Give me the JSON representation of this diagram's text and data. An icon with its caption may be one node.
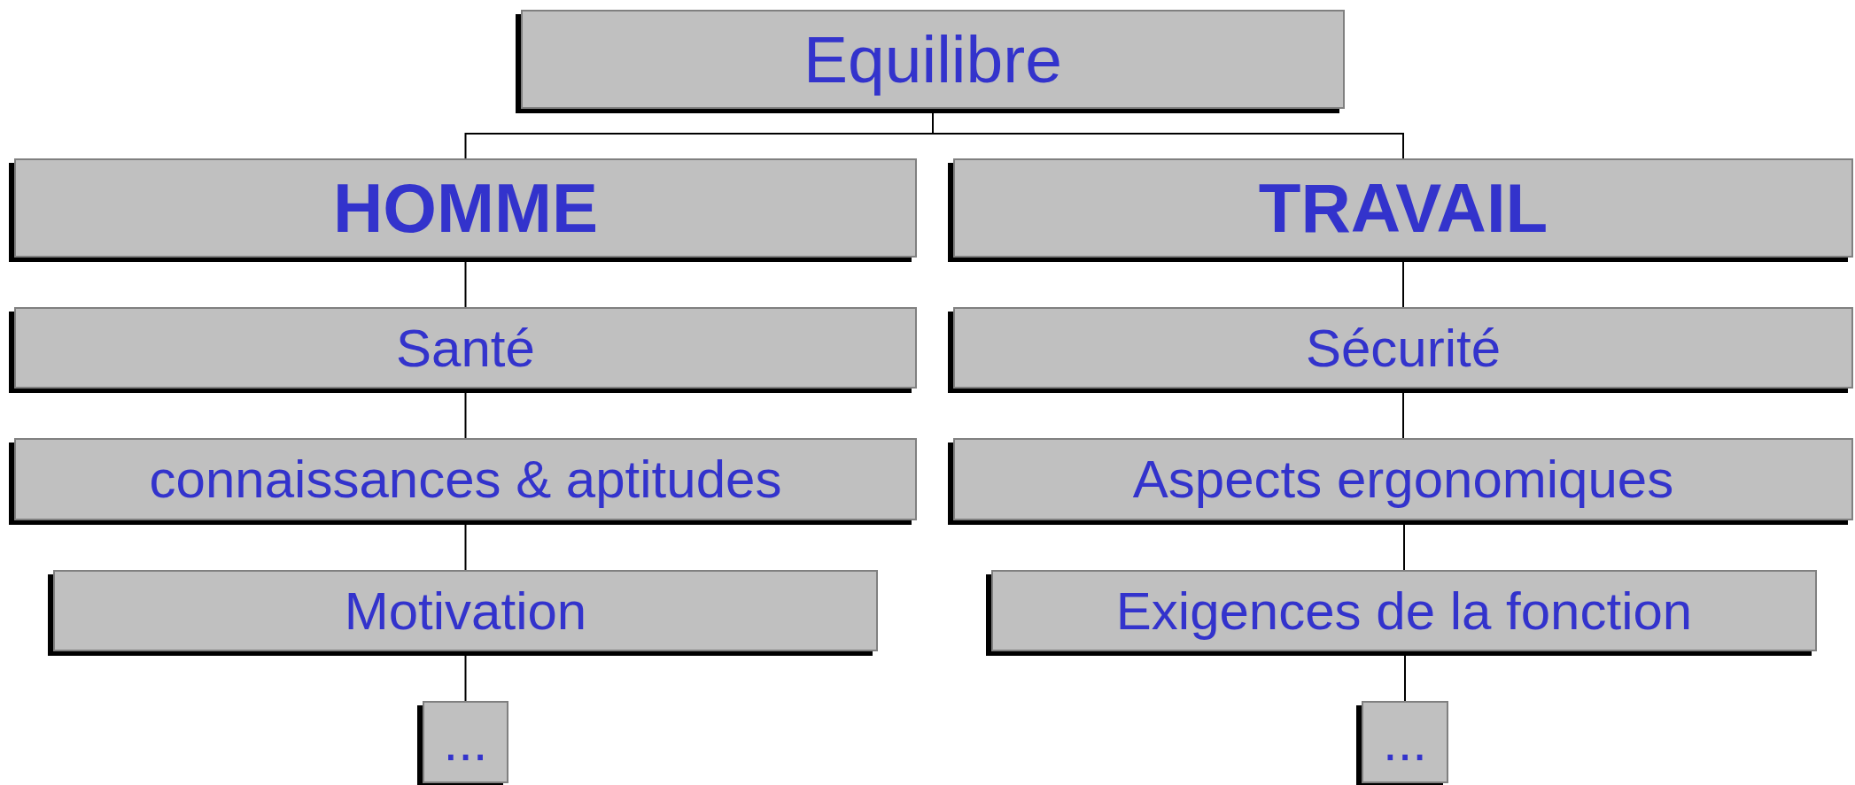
{
  "diagram": {
    "nodes": [
      {
        "text": [
          "Equilibre"
        ]
      },
      {
        "text": [
          "HOMME"
        ]
      },
      {
        "text": [
          "TRAVAIL"
        ]
      },
      {
        "text": [
          "Santé"
        ]
      },
      {
        "text": [
          "Sécurité"
        ]
      },
      {
        "text": [
          "connaissances & aptitudes"
        ]
      },
      {
        "text": [
          "Aspects ergonomiques"
        ]
      },
      {
        "text": [
          "Motivation"
        ]
      },
      {
        "text": [
          "Exigences de la fonction"
        ]
      },
      {
        "text": [
          "..."
        ]
      },
      {
        "text": [
          "..."
        ]
      }
    ],
    "edges": [
      {
        "from": 0,
        "to": 1,
        "arrow": "none"
      },
      {
        "from": 0,
        "to": 2,
        "arrow": "none"
      },
      {
        "from": 1,
        "to": 3,
        "arrow": "none"
      },
      {
        "from": 3,
        "to": 5,
        "arrow": "none"
      },
      {
        "from": 5,
        "to": 7,
        "arrow": "none"
      },
      {
        "from": 7,
        "to": 9,
        "arrow": "none"
      },
      {
        "from": 2,
        "to": 4,
        "arrow": "none"
      },
      {
        "from": 4,
        "to": 6,
        "arrow": "none"
      },
      {
        "from": 6,
        "to": 8,
        "arrow": "none"
      },
      {
        "from": 8,
        "to": 10,
        "arrow": "none"
      }
    ]
  }
}
